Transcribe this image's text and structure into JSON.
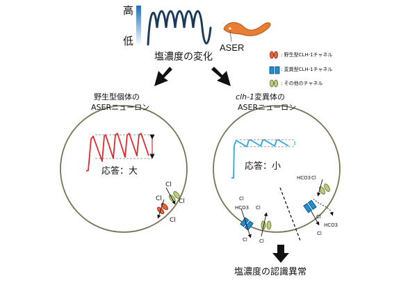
{
  "gradient_scale": {
    "high": "高",
    "low": "低"
  },
  "stimulus": {
    "label": "塩濃度の変化"
  },
  "worm": {
    "label": "ASER"
  },
  "legend": [
    {
      "label": ": 野生型CLH-1チャネル",
      "color": "#e8623a",
      "outline": "#8a2a10"
    },
    {
      "label": ": 変異型CLH-1チャネル",
      "color": "#1d8fd6",
      "outline": "#0a3f66"
    },
    {
      "label": ": その他のチャネル",
      "color": "#b9cf7a",
      "outline": "#5a6b2a"
    }
  ],
  "left_cell": {
    "title_line1": "野生型個体の",
    "title_line2": "ASERニューロン",
    "response_label": "応答：大",
    "ions": [
      "Cl",
      "Cl",
      "Cl",
      "Cl"
    ]
  },
  "right_cell": {
    "title_gene": "clh-1",
    "title_line1_rest": "変異体の",
    "title_line2": "ASERニューロン",
    "response_label": "応答：小",
    "ions_left": [
      "Cl",
      "HCO3",
      "Cl",
      "Cl",
      "Cl"
    ],
    "ions_right": [
      "HCO3",
      "Cl",
      "Cl",
      "HCO3",
      "Cl"
    ]
  },
  "conclusion": "塩濃度の認識異常",
  "colors": {
    "wave": "#1b3a57",
    "red_trace": "#e0272b",
    "blue_trace": "#2aa8e0",
    "worm": "#e77f33"
  }
}
